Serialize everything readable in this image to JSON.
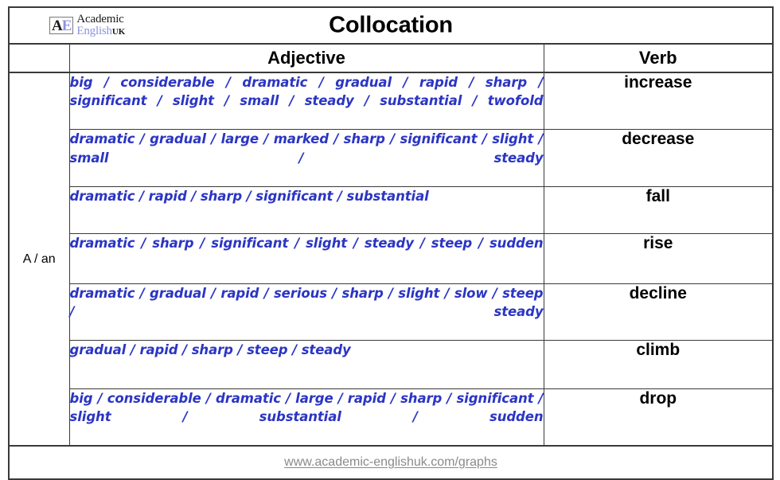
{
  "header": {
    "title": "Collocation",
    "logo": {
      "mark_a": "A",
      "mark_e": "E",
      "word_top": "Academic",
      "word_bottom": "English",
      "word_suffix": "UK"
    }
  },
  "table": {
    "column_headers": {
      "article": "",
      "adjective": "Adjective",
      "verb": "Verb"
    },
    "article_label": "A / an",
    "rows": [
      {
        "adjectives": "big / considerable / dramatic / gradual / rapid / sharp / significant / slight / small / steady / substantial / twofold",
        "verb": "increase",
        "lines": 2
      },
      {
        "adjectives": "dramatic / gradual / large / marked / sharp / significant / slight / small / steady",
        "verb": "decrease",
        "lines": 2
      },
      {
        "adjectives": "dramatic / rapid / sharp / significant / substantial",
        "verb": "fall",
        "lines": 1
      },
      {
        "adjectives": "dramatic / sharp / significant / slight / steady / steep / sudden",
        "verb": "rise",
        "lines": 2
      },
      {
        "adjectives": "dramatic / gradual / rapid / serious / sharp / slight / slow / steep / steady",
        "verb": "decline",
        "lines": 2
      },
      {
        "adjectives": "gradual / rapid / sharp / steep / steady",
        "verb": "climb",
        "lines": 1
      },
      {
        "adjectives": "big / considerable / dramatic / large / rapid / sharp / significant / slight / substantial / sudden",
        "verb": "drop",
        "lines": 2
      }
    ]
  },
  "footer": {
    "url": "www.academic-englishuk.com/graphs"
  },
  "colors": {
    "adjective_blue": "#2b35c4",
    "logo_purple": "#8c93dd",
    "border": "#3a3a3a",
    "footer_gray": "#8a8a8a"
  }
}
